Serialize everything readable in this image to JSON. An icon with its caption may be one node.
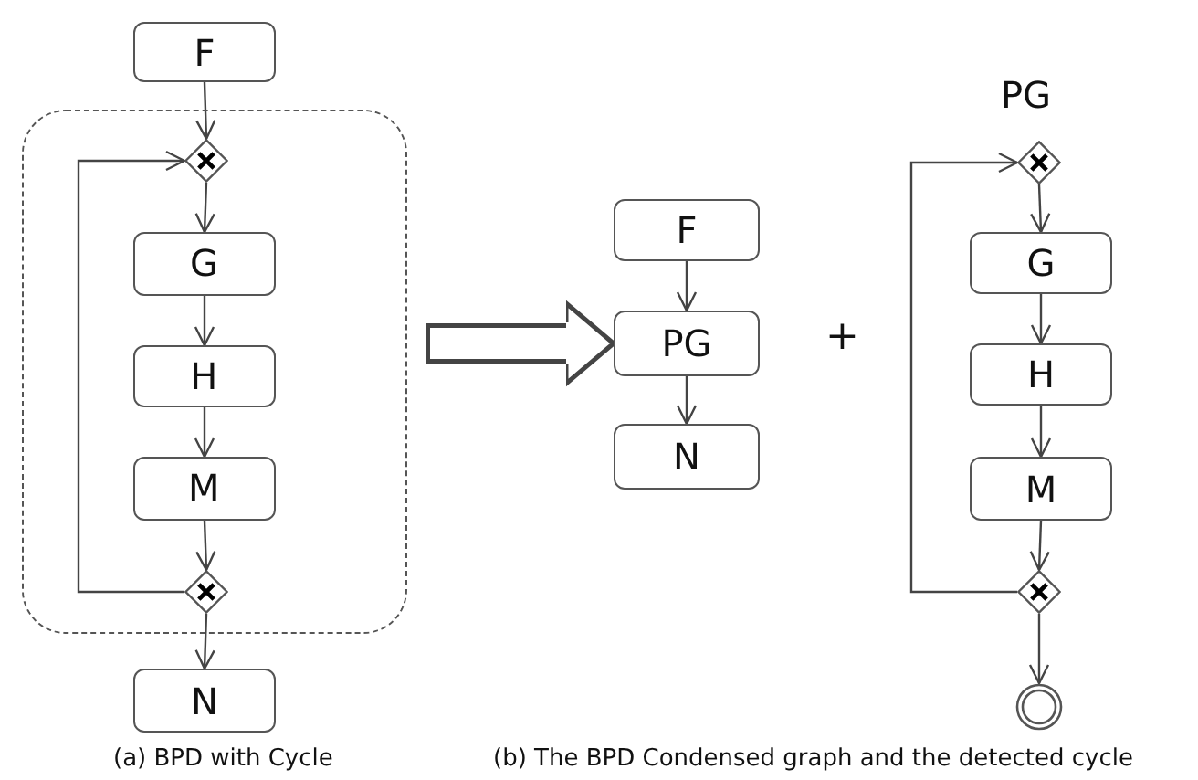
{
  "diagram": {
    "nodes": [
      {
        "text": [
          "F"
        ]
      },
      {
        "text": [],
        "shape": "box"
      },
      {
        "text": [],
        "shape": "diamond",
        "in": 1
      },
      {
        "text": [
          "G"
        ],
        "in": 1
      },
      {
        "text": [
          "H"
        ],
        "in": 1
      },
      {
        "text": [
          "M"
        ],
        "in": 1
      },
      {
        "text": [],
        "shape": "diamond",
        "in": 1
      },
      {
        "text": [
          "N"
        ]
      },
      {
        "text": [
          "F"
        ]
      },
      {
        "text": [
          "PG"
        ]
      },
      {
        "text": [
          "N"
        ]
      },
      {
        "text": [],
        "shape": "diamond"
      },
      {
        "text": [
          "G"
        ]
      },
      {
        "text": [
          "H"
        ]
      },
      {
        "text": [
          "M"
        ]
      },
      {
        "text": [],
        "shape": "diamond"
      },
      {
        "text": [],
        "shape": "circle"
      }
    ],
    "edges": [
      {
        "from": 0,
        "to": 2,
        "arrow": "to"
      },
      {
        "from": 2,
        "to": 3,
        "arrow": "to"
      },
      {
        "from": 3,
        "to": 4,
        "arrow": "to"
      },
      {
        "from": 4,
        "to": 5,
        "arrow": "to"
      },
      {
        "from": 5,
        "to": 6,
        "arrow": "to"
      },
      {
        "from": 6,
        "to": 7,
        "arrow": "to"
      },
      {
        "from": 6,
        "to": 2,
        "arrow": "to"
      },
      {
        "from": 1,
        "to": 9,
        "arrow": "to",
        "style": "thick"
      },
      {
        "from": 8,
        "to": 9,
        "arrow": "to"
      },
      {
        "from": 9,
        "to": 10,
        "arrow": "to"
      },
      {
        "from": 11,
        "to": 12,
        "arrow": "to"
      },
      {
        "from": 12,
        "to": 13,
        "arrow": "to"
      },
      {
        "from": 13,
        "to": 14,
        "arrow": "to"
      },
      {
        "from": 14,
        "to": 15,
        "arrow": "to"
      },
      {
        "from": 15,
        "to": 16,
        "arrow": "to"
      },
      {
        "from": 15,
        "to": 11,
        "arrow": "to"
      }
    ],
    "labels": [
      "PG",
      "+",
      "(a) BPD with Cycle",
      "(b) The BPD Condensed graph and the detected cycle"
    ]
  }
}
